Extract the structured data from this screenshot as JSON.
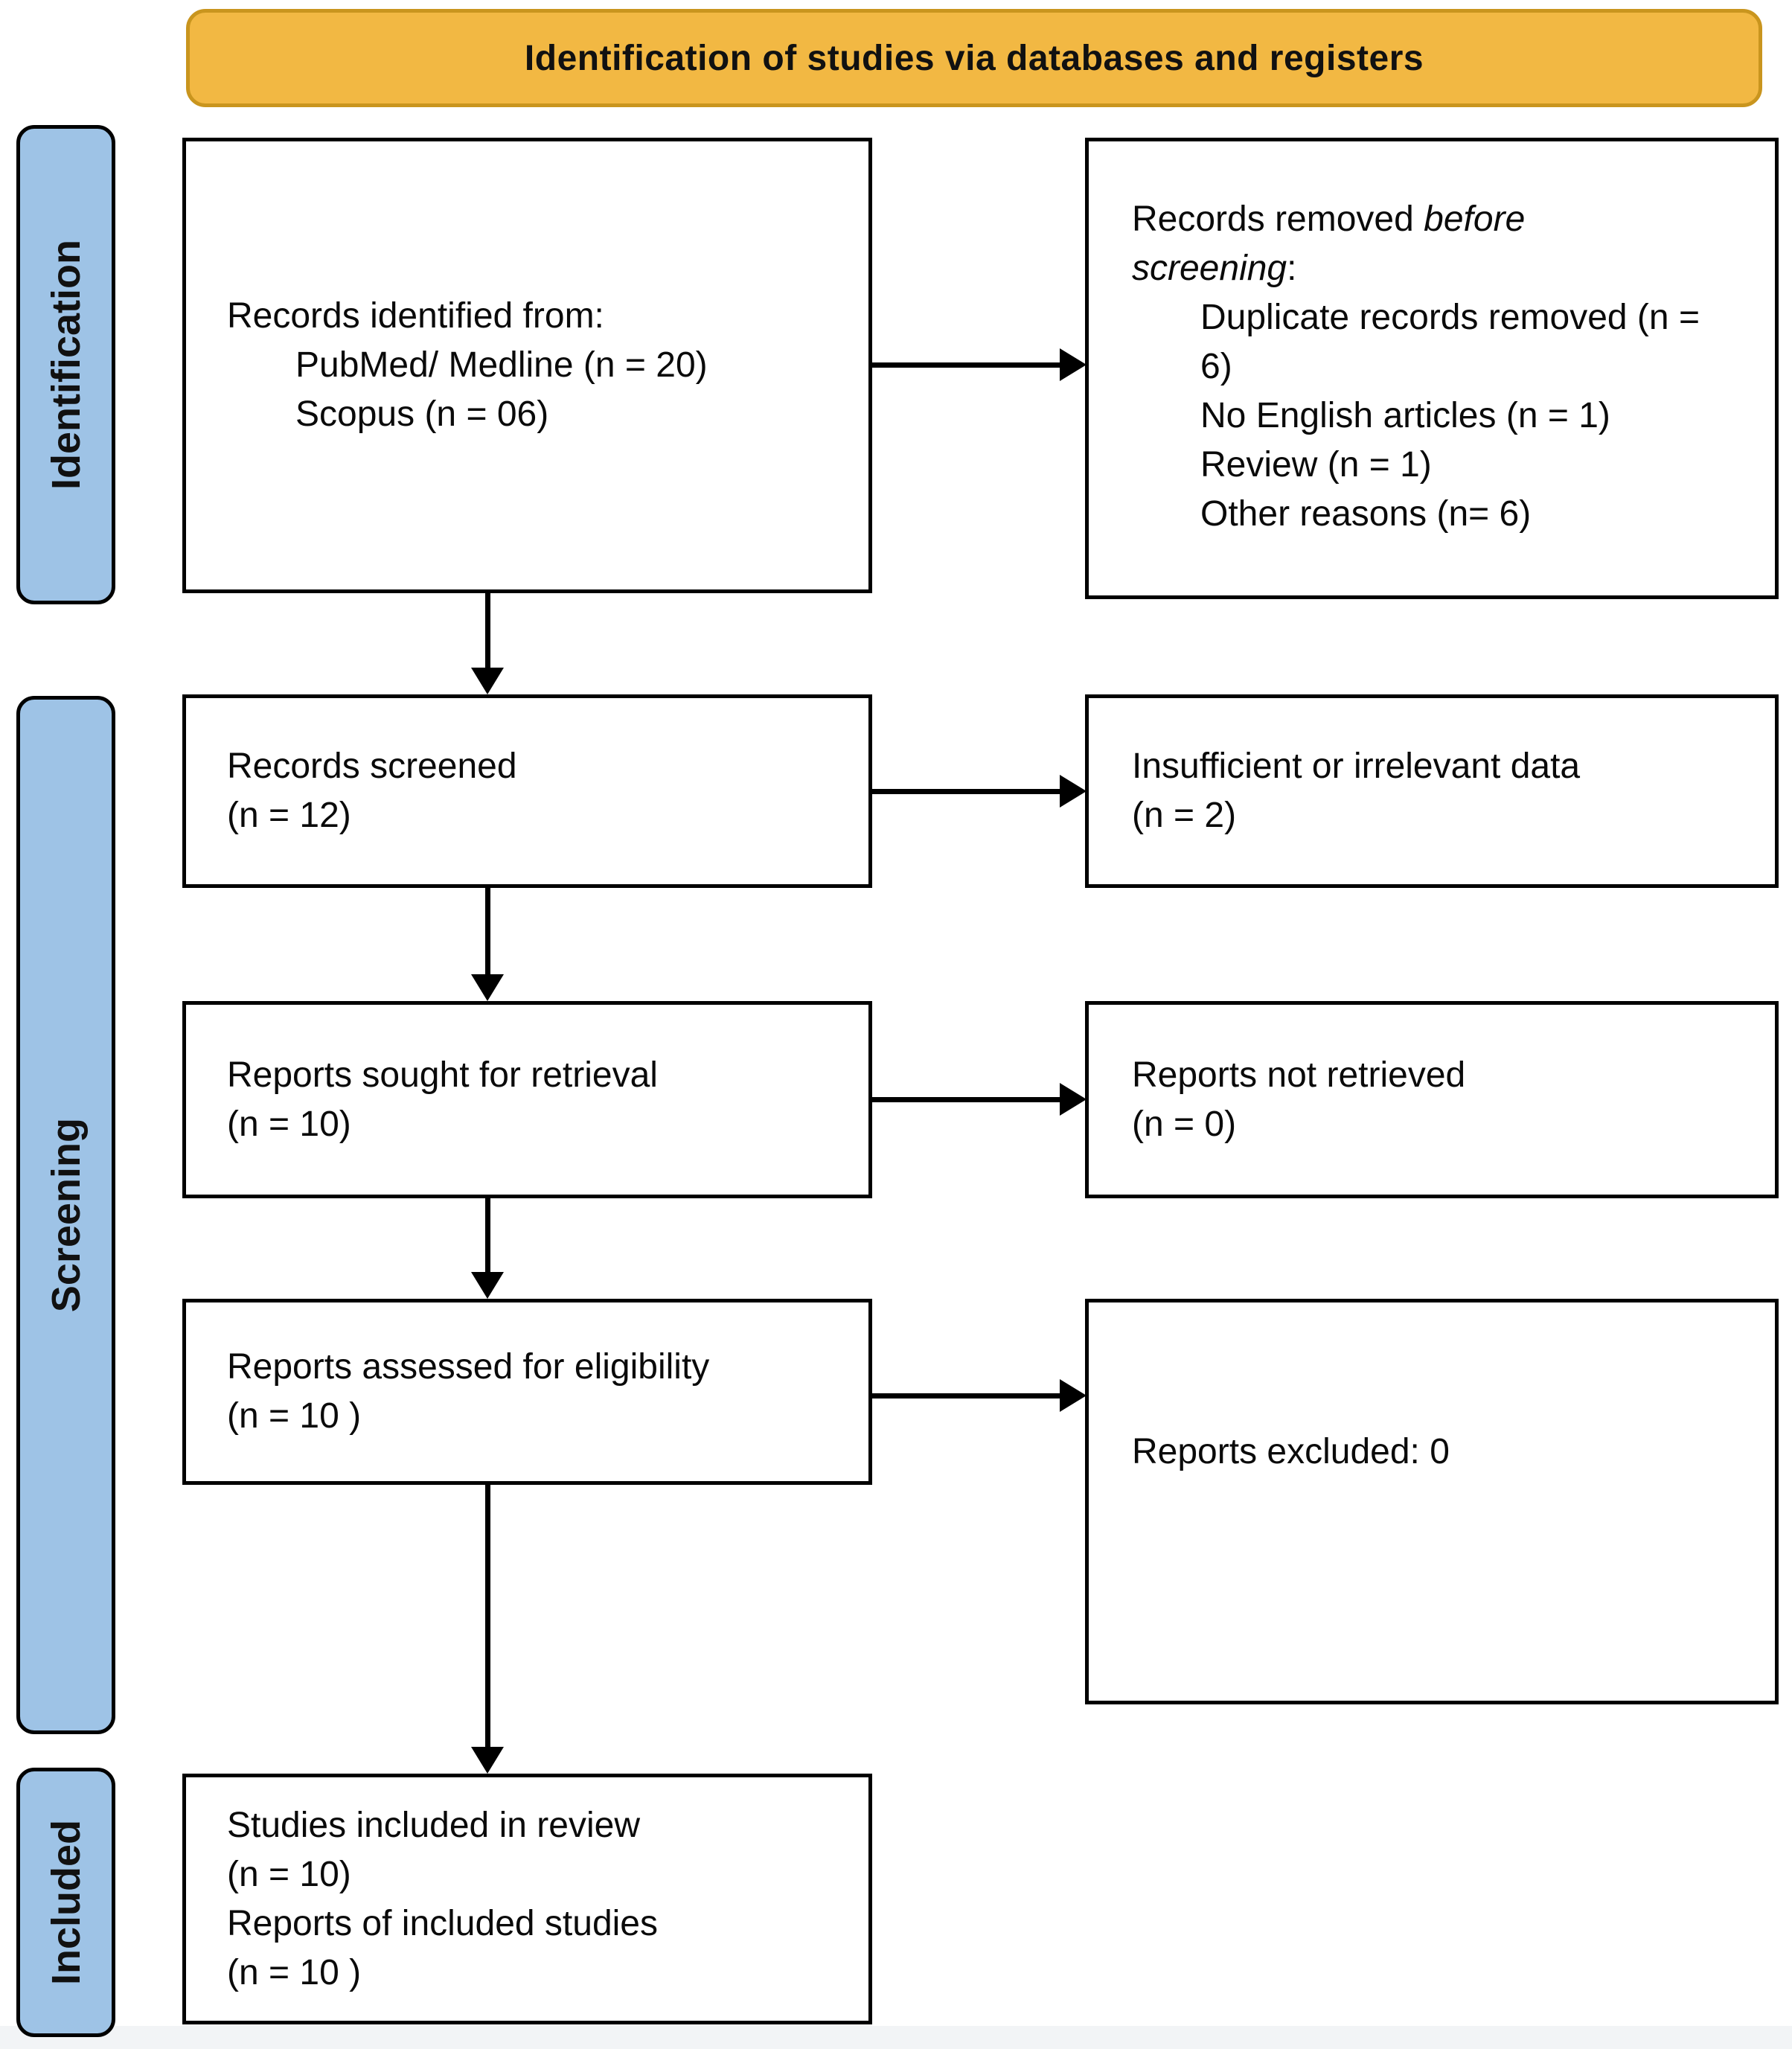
{
  "banner": {
    "title": "Identification of studies via databases and registers",
    "bg": "#F2B843",
    "border_color": "#C9951E"
  },
  "stages": {
    "identification": "Identification",
    "screening": "Screening",
    "included": "Included",
    "bg": "#9EC3E6"
  },
  "boxes": {
    "records_identified": {
      "title": "Records identified from:",
      "items": [
        "PubMed/ Medline (n = 20)",
        "Scopus (n = 06)"
      ]
    },
    "records_removed": {
      "title_prefix": "Records removed ",
      "title_italic": "before screening",
      "title_suffix": ":",
      "items": [
        "Duplicate records removed (n = 6)",
        "No English articles (n = 1)",
        "Review (n = 1)",
        "Other reasons (n= 6)"
      ]
    },
    "records_screened": {
      "lines": [
        "Records screened",
        "(n = 12)"
      ]
    },
    "insufficient_data": {
      "lines": [
        "Insufficient or irrelevant data",
        "(n = 2)"
      ]
    },
    "reports_sought": {
      "lines": [
        "Reports sought for retrieval",
        "(n = 10)"
      ]
    },
    "reports_not_retrieved": {
      "lines": [
        "Reports not retrieved",
        "(n = 0)"
      ]
    },
    "reports_assessed": {
      "lines": [
        "Reports assessed for eligibility",
        "(n = 10 )"
      ]
    },
    "reports_excluded": {
      "lines": [
        "Reports excluded: 0"
      ]
    },
    "studies_included": {
      "lines": [
        "Studies included in review",
        "(n = 10)",
        "Reports of included studies",
        "(n = 10 )"
      ]
    }
  }
}
